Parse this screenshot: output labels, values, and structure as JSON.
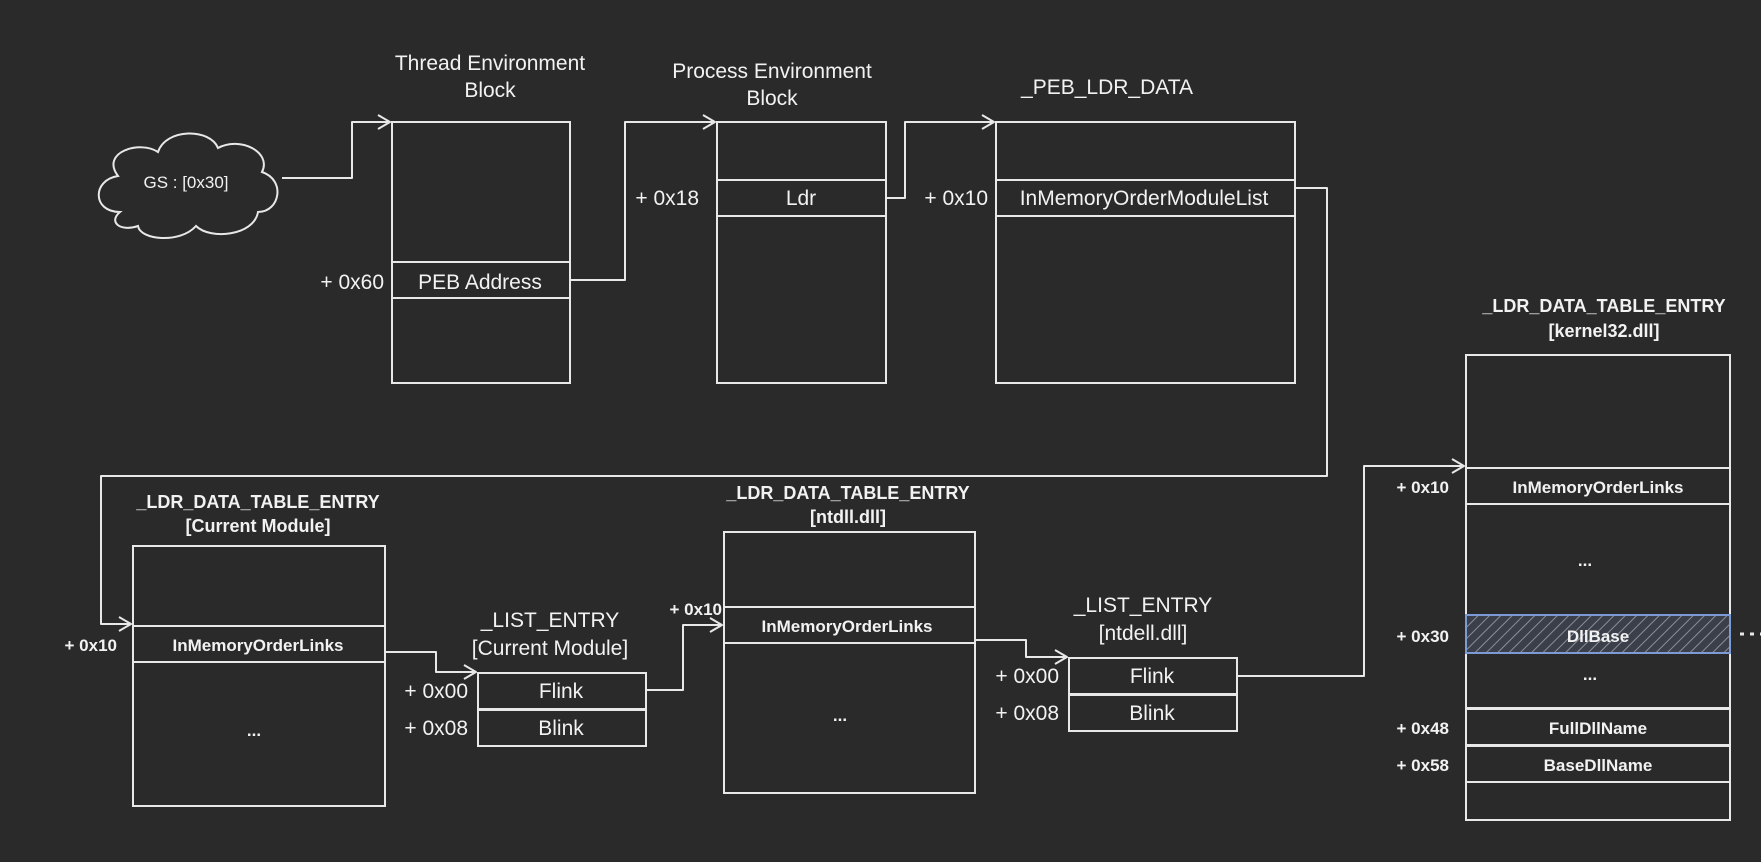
{
  "gs_cloud": {
    "label": "GS : [0x30]"
  },
  "teb": {
    "title_line1": "Thread Environment",
    "title_line2": "Block",
    "field": "PEB Address",
    "offset": "+ 0x60"
  },
  "peb": {
    "title_line1": "Process Environment",
    "title_line2": "Block",
    "field": "Ldr",
    "offset": "+ 0x18"
  },
  "peb_ldr_data": {
    "title": "_PEB_LDR_DATA",
    "field": "InMemoryOrderModuleList",
    "offset": "+ 0x10"
  },
  "current_entry": {
    "title_line1": "_LDR_DATA_TABLE_ENTRY",
    "title_line2": "[Current Module]",
    "field": "InMemoryOrderLinks",
    "offset": "+ 0x10",
    "ellipsis": "..."
  },
  "current_list": {
    "title_line1": "_LIST_ENTRY",
    "title_line2": "[Current Module]",
    "flink": "Flink",
    "blink": "Blink",
    "flink_offset": "+ 0x00",
    "blink_offset": "+ 0x08"
  },
  "ntdll_entry": {
    "title_line1": "_LDR_DATA_TABLE_ENTRY",
    "title_line2": "[ntdll.dll]",
    "field": "InMemoryOrderLinks",
    "offset": "+ 0x10",
    "ellipsis": "..."
  },
  "ntdll_list": {
    "title_line1": "_LIST_ENTRY",
    "title_line2": "[ntdell.dll]",
    "flink": "Flink",
    "blink": "Blink",
    "flink_offset": "+ 0x00",
    "blink_offset": "+ 0x08"
  },
  "kernel32_entry": {
    "title_line1": "_LDR_DATA_TABLE_ENTRY",
    "title_line2": "[kernel32.dll]",
    "field_links": "InMemoryOrderLinks",
    "offset_links": "+ 0x10",
    "ellipsis1": "...",
    "field_dllbase": "DllBase",
    "offset_dllbase": "+ 0x30",
    "ellipsis2": "...",
    "field_full": "FullDllName",
    "offset_full": "+ 0x48",
    "field_base": "BaseDllName",
    "offset_base": "+ 0x58",
    "highlight_color": "#7c9ad6"
  }
}
